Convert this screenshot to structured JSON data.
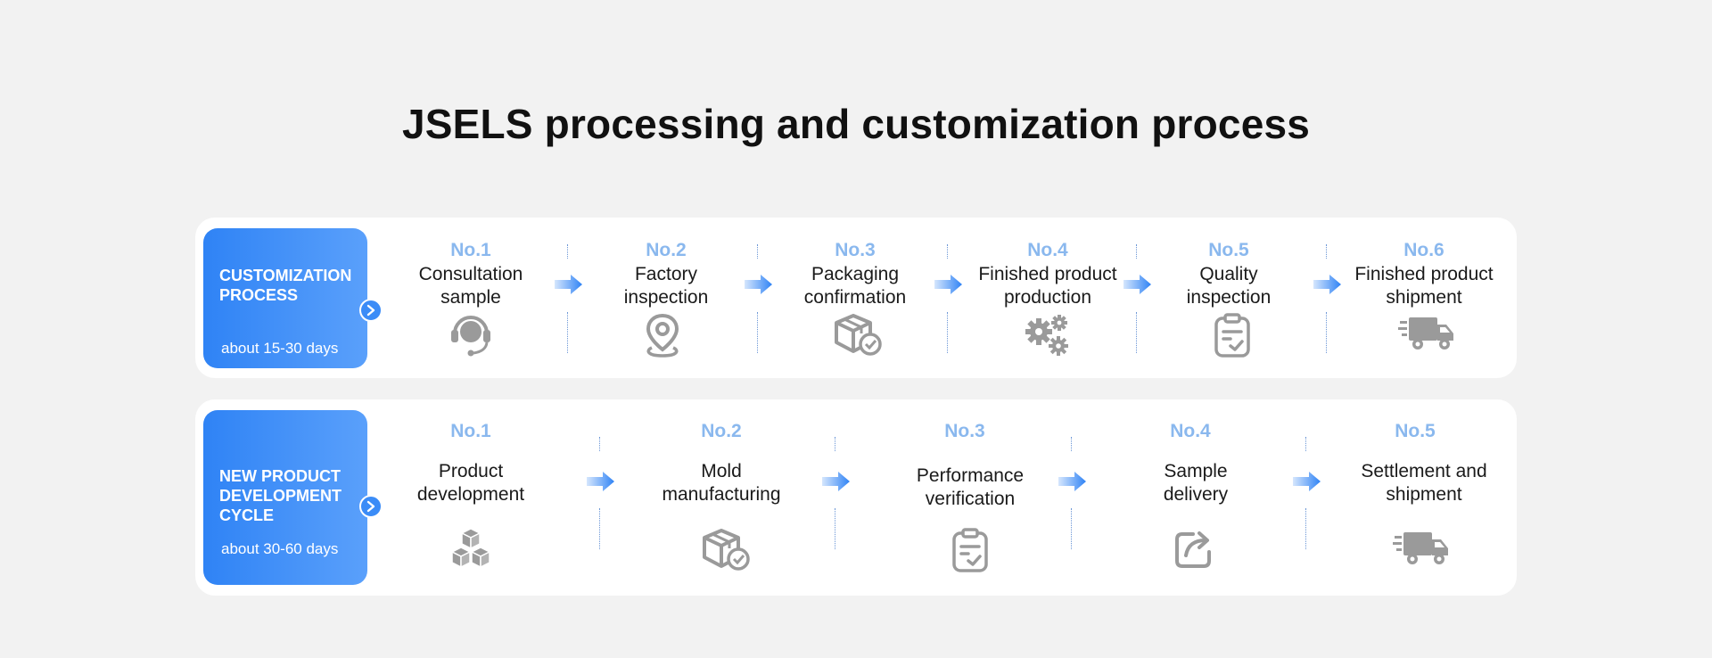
{
  "title": "JSELS processing and customization process",
  "colors": {
    "accent": "#2f83f5",
    "step_number": "#8ab8ee",
    "icon_gray": "#9a9a9a",
    "background": "#f2f2f2"
  },
  "processes": [
    {
      "label": "CUSTOMIZATION\nPROCESS",
      "duration": "about 15-30 days",
      "steps": [
        {
          "no": "No.1",
          "name": "Consultation\nsample",
          "icon": "headset-icon"
        },
        {
          "no": "No.2",
          "name": "Factory\ninspection",
          "icon": "location-pin-icon"
        },
        {
          "no": "No.3",
          "name": "Packaging\nconfirmation",
          "icon": "box-check-icon"
        },
        {
          "no": "No.4",
          "name": "Finished product\nproduction",
          "icon": "gears-icon"
        },
        {
          "no": "No.5",
          "name": "Quality\ninspection",
          "icon": "clipboard-check-icon"
        },
        {
          "no": "No.6",
          "name": "Finished product\nshipment",
          "icon": "delivery-truck-icon"
        }
      ]
    },
    {
      "label": "NEW PRODUCT\nDEVELOPMENT\nCYCLE",
      "duration": "about 30-60 days",
      "steps": [
        {
          "no": "No.1",
          "name": "Product\ndevelopment",
          "icon": "cubes-icon"
        },
        {
          "no": "No.2",
          "name": "Mold\nmanufacturing",
          "icon": "box-check-icon"
        },
        {
          "no": "No.3",
          "name": "Performance\nverification",
          "icon": "clipboard-check-icon"
        },
        {
          "no": "No.4",
          "name": "Sample\ndelivery",
          "icon": "share-out-icon"
        },
        {
          "no": "No.5",
          "name": "Settlement and\nshipment",
          "icon": "delivery-truck-icon"
        }
      ]
    }
  ]
}
